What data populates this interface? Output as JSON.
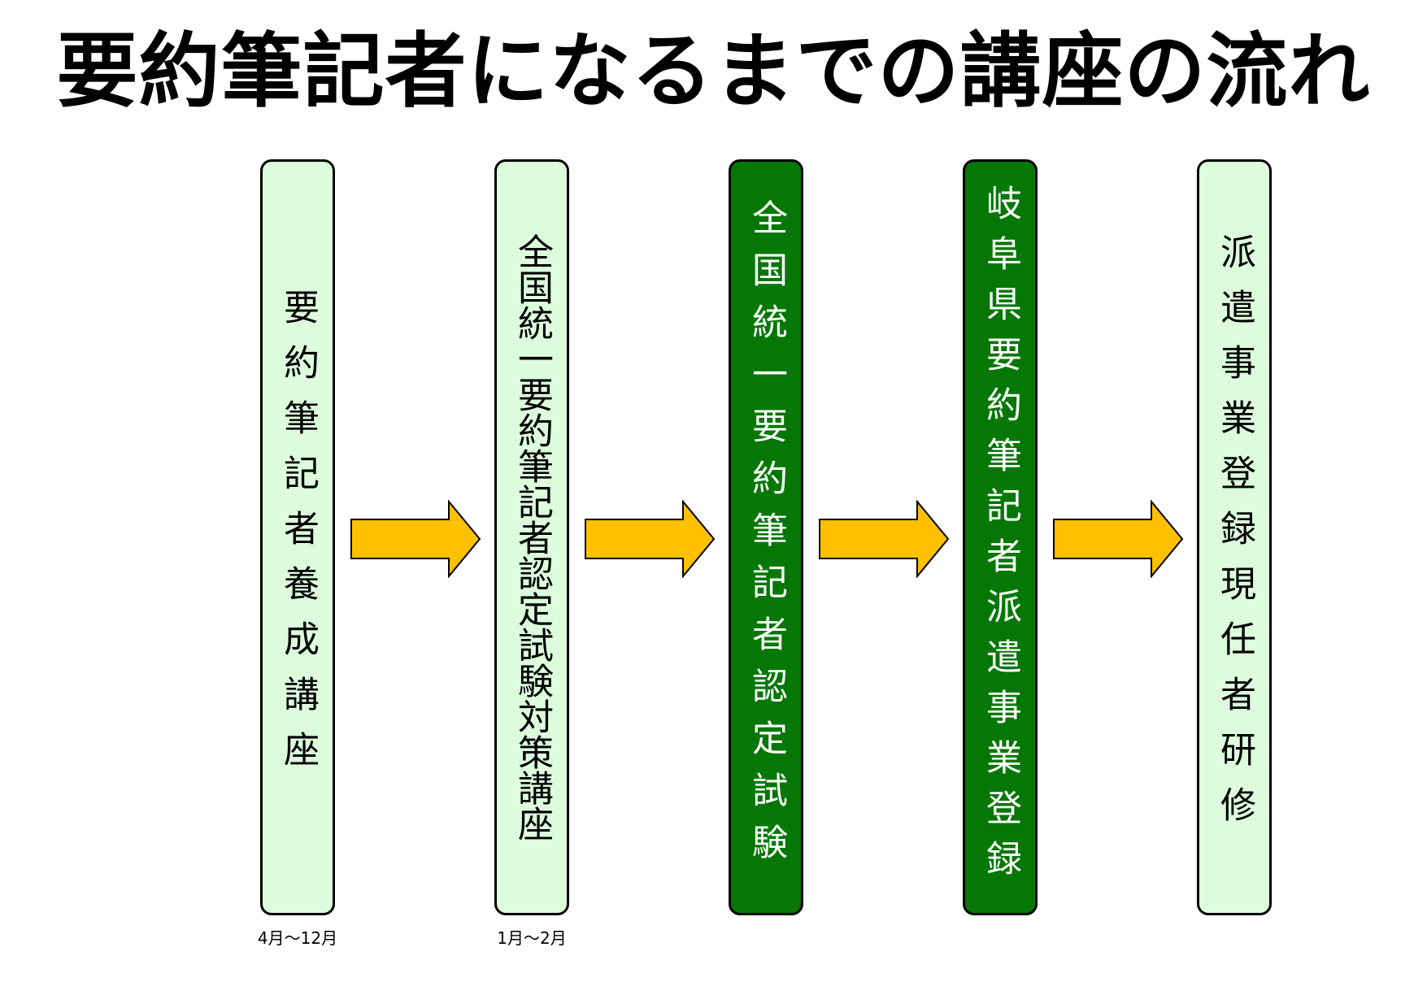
{
  "title": "要約筆記者になるまでの講座の流れ",
  "steps": [
    {
      "label": "要約筆記者養成講座",
      "date": "4月～12月",
      "style": "light"
    },
    {
      "label": "全国統一要約筆記者認定試験対策講座",
      "date": "1月～2月",
      "style": "light"
    },
    {
      "label": "全国統一要約筆記者認定試験",
      "style": "dark"
    },
    {
      "label": "岐阜県要約筆記者派遣事業登録",
      "style": "dark"
    },
    {
      "label": "派遣事業登録現任者研修",
      "style": "light"
    }
  ],
  "colors": {
    "light_box": "#dcfcdc",
    "dark_box": "#057705",
    "arrow_fill": "#ffc000",
    "border": "#000000"
  }
}
